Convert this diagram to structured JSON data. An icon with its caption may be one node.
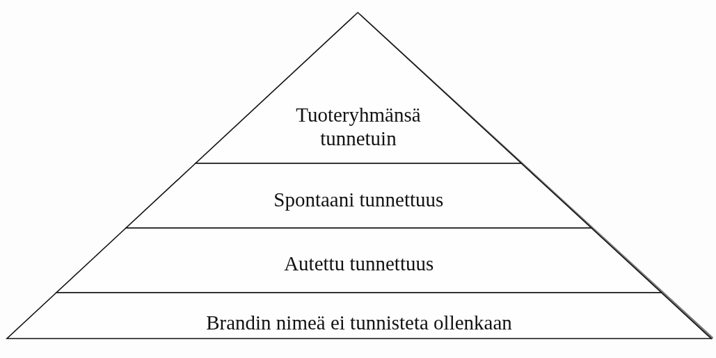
{
  "diagram": {
    "nodes": [
      {
        "text": [
          "Tuoteryhmänsä tunnetuin"
        ]
      },
      {
        "text": [
          "Spontaani tunnettuus"
        ]
      },
      {
        "text": [
          "Autettu tunnettuus"
        ]
      },
      {
        "text": [
          "Brandin nimeä ei tunnisteta ollenkaan"
        ]
      }
    ]
  }
}
